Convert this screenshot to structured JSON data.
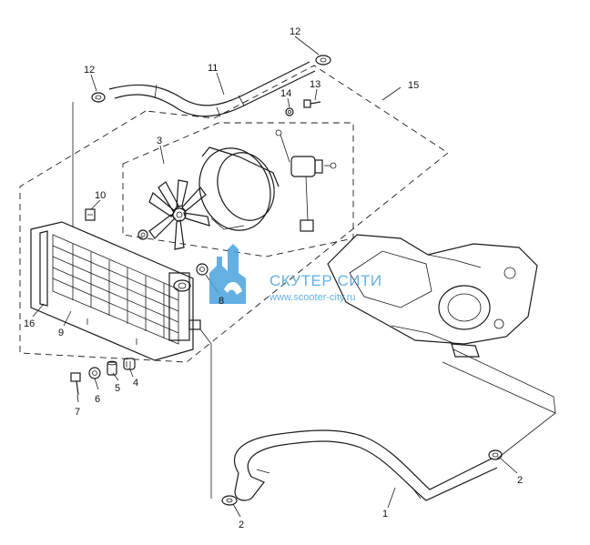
{
  "callouts": {
    "c1": "1",
    "c2a": "2",
    "c2b": "2",
    "c3": "3",
    "c4": "4",
    "c5": "5",
    "c6": "6",
    "c7": "7",
    "c8": "8",
    "c9": "9",
    "c10": "10",
    "c11": "11",
    "c12a": "12",
    "c12b": "12",
    "c13": "13",
    "c14": "14",
    "c15": "15",
    "c16": "16"
  },
  "watermark": {
    "title": "СКУТЕР СИТИ",
    "url": "www.scooter-city.ru"
  },
  "colors": {
    "watermark": "#4aa3df",
    "line": "#1a1a1a"
  }
}
